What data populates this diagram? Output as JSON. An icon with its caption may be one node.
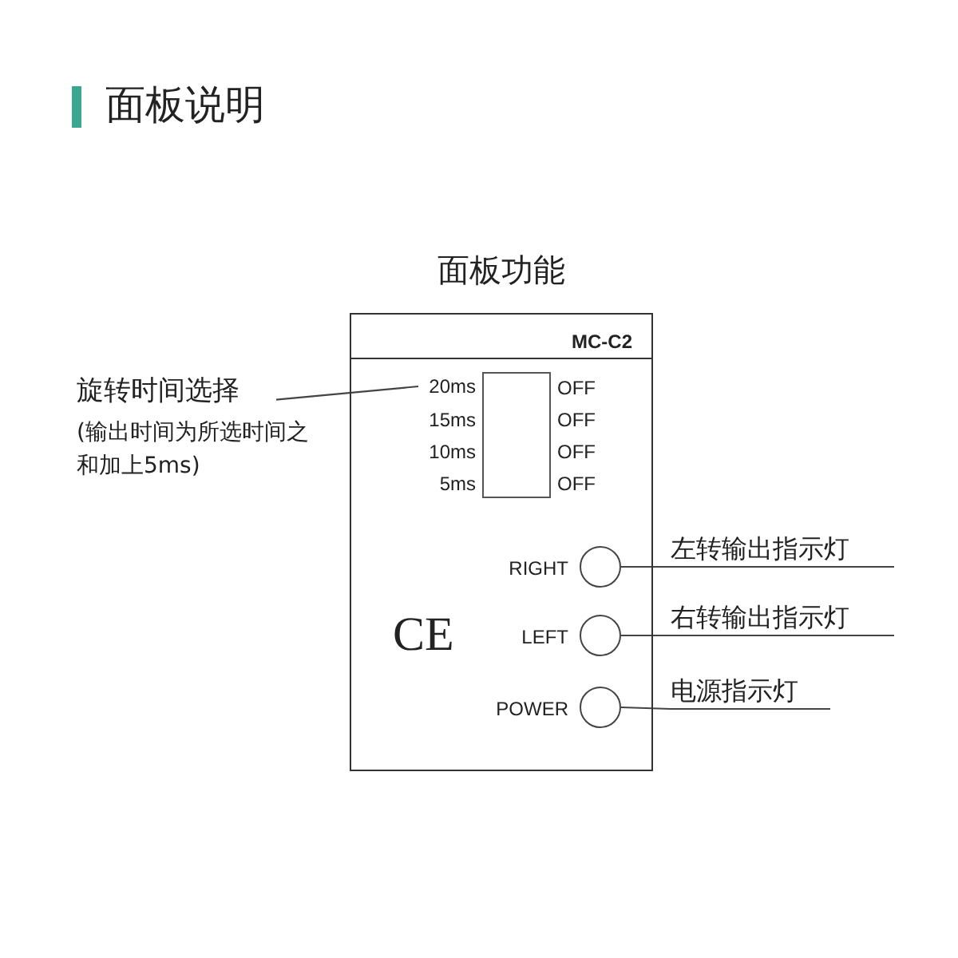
{
  "diagram": {
    "title": "面板说明",
    "nodes": [
      {
        "text": [
          "面板功能"
        ]
      },
      {
        "text": [
          "旋转时间选择"
        ],
        "beside": [
          "(输出时间为所选时间之和加上5ms)"
        ]
      },
      {
        "text": [
          "20ms"
        ],
        "in": 0
      },
      {
        "text": [],
        "shape": "circle",
        "beside": [
          "RIGHT"
        ],
        "in": 0
      },
      {
        "text": [],
        "shape": "circle",
        "beside": [
          "LEFT"
        ],
        "in": 0
      },
      {
        "text": [],
        "shape": "circle",
        "beside": [
          "POWER"
        ],
        "in": 0
      },
      {
        "text": [
          "左转输出指示灯"
        ]
      },
      {
        "text": [
          "右转输出指示灯"
        ]
      },
      {
        "text": [
          "电源指示灯"
        ]
      }
    ],
    "edges": [
      {
        "from": 1,
        "to": 2,
        "arrow": "none"
      },
      {
        "from": 6,
        "to": 3,
        "arrow": "none"
      },
      {
        "from": 7,
        "to": 4,
        "arrow": "none"
      },
      {
        "from": 8,
        "to": 5,
        "arrow": "none"
      }
    ],
    "labels": [
      "MC-C2",
      "15ms",
      "OFF",
      "10ms",
      "OFF",
      "5ms",
      "OFF",
      "OFF",
      "CE"
    ]
  }
}
